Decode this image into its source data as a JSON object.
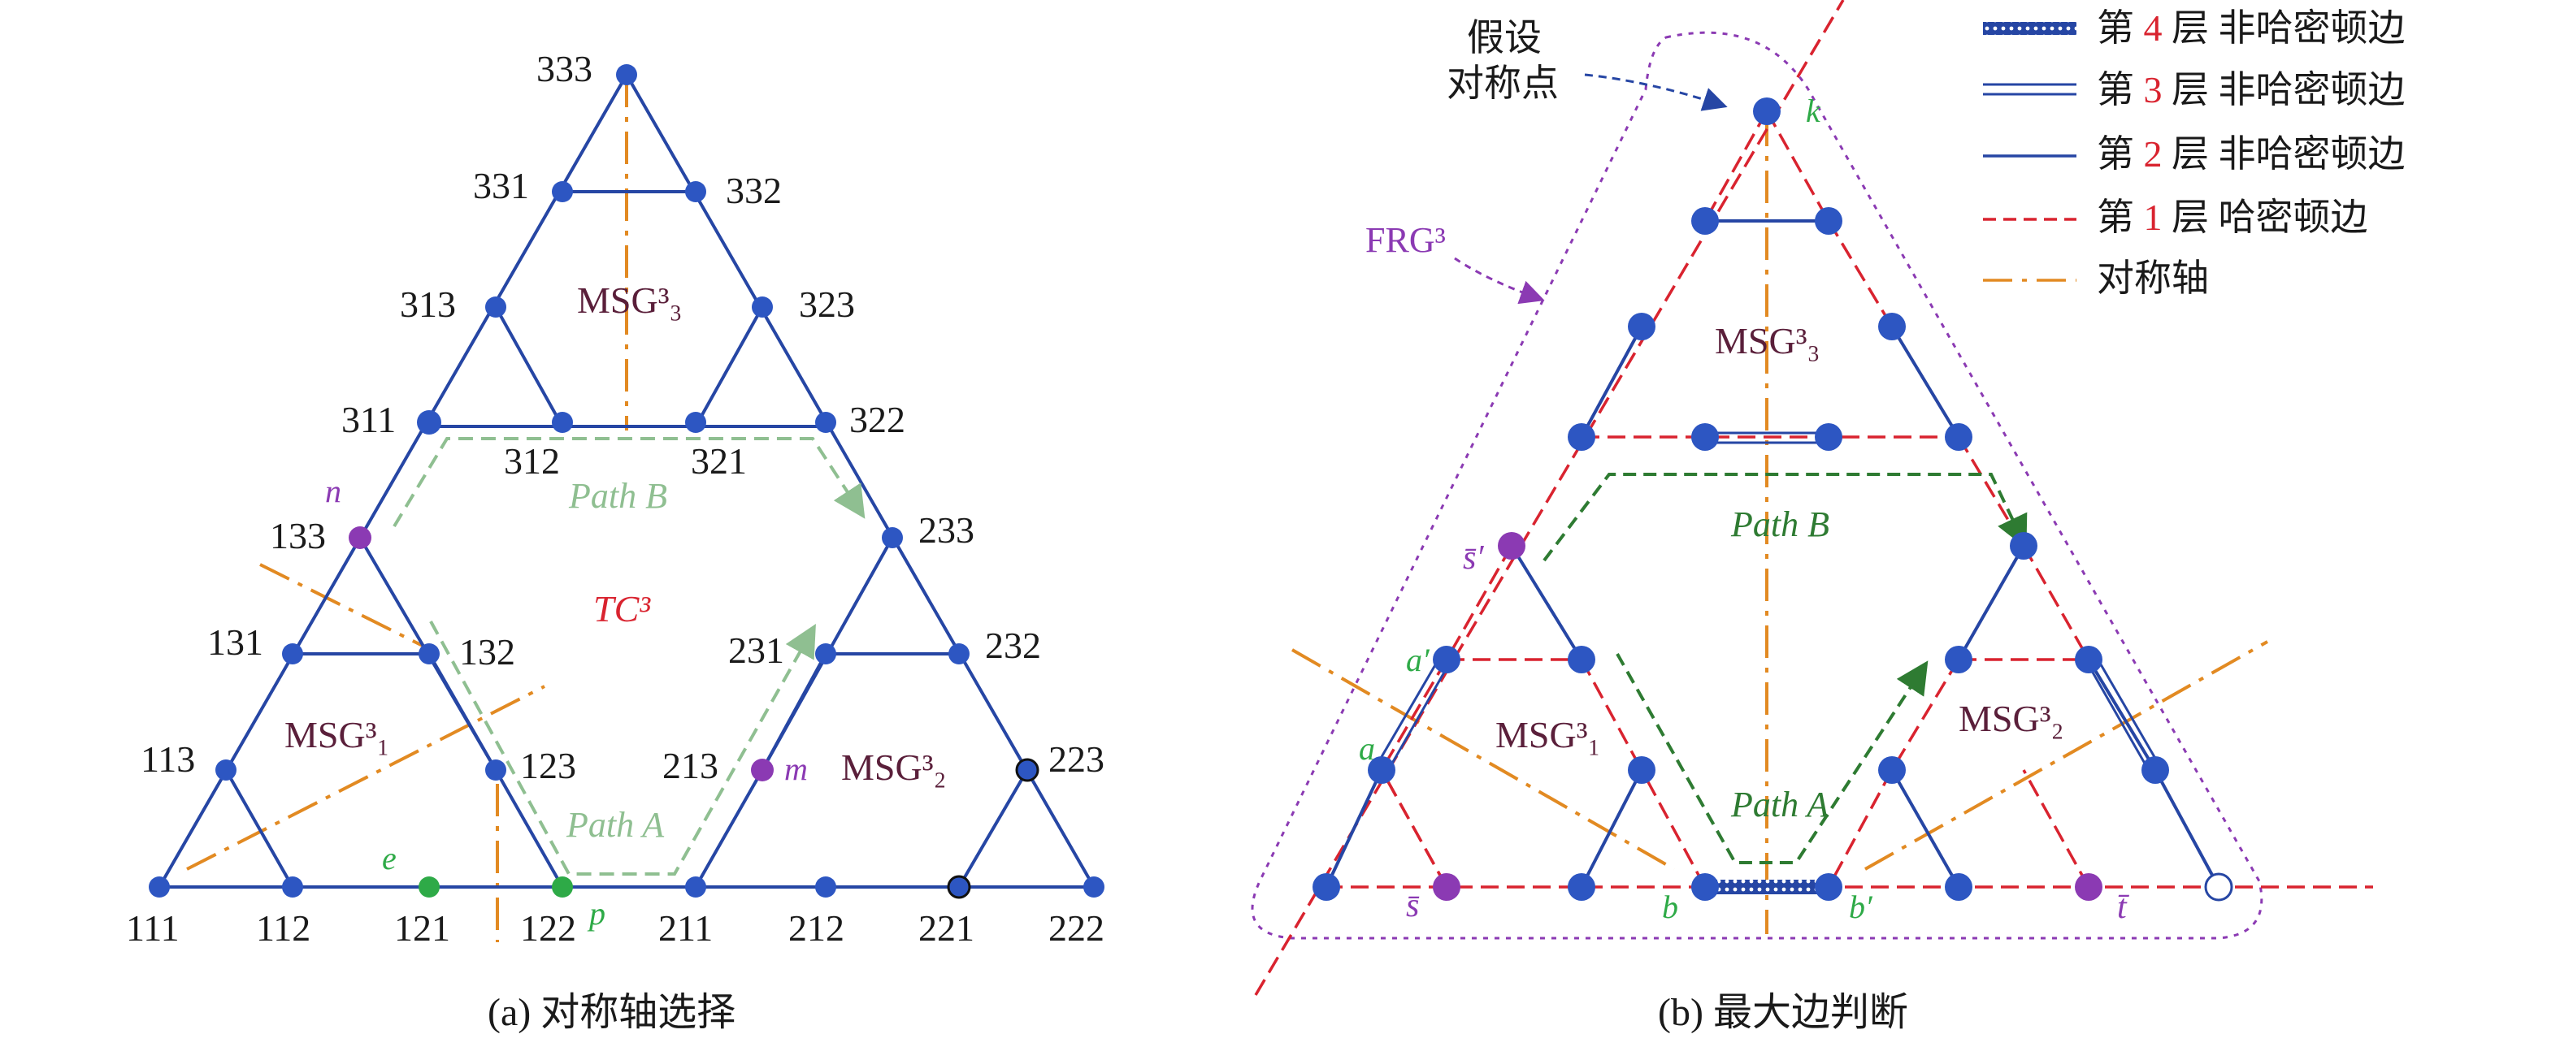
{
  "colors": {
    "edge": "#2646a4",
    "node": "#2d56c2",
    "purple": "#8b3ab3",
    "green": "#2eaa47",
    "red": "#d9232f",
    "orange": "#e28a22",
    "path_light": "#8fbf91",
    "path_dark": "#2e7b32",
    "msg_text": "#5a1f3a",
    "dark_green_text": "#2e7b32",
    "light_green_text": "#5cae5c"
  },
  "panel_a": {
    "caption": "(a) 对称轴选择",
    "center_label": "TC³",
    "msg_labels": [
      "MSG³₃",
      "MSG³₁",
      "MSG³₂"
    ],
    "path_a": "Path A",
    "path_b": "Path B",
    "vertex_labels": {
      "v333": "333",
      "v331": "331",
      "v332": "332",
      "v313": "313",
      "v323": "323",
      "v311": "311",
      "v312": "312",
      "v321": "321",
      "v322": "322",
      "v133": "133",
      "v233": "233",
      "v131": "131",
      "v132": "132",
      "v231": "231",
      "v232": "232",
      "v113": "113",
      "v123": "123",
      "v213": "213",
      "v223": "223",
      "v111": "111",
      "v112": "112",
      "v121": "121",
      "v122": "122",
      "v211": "211",
      "v212": "212",
      "v221": "221",
      "v222": "222"
    },
    "special_labels": {
      "n": "n",
      "m": "m",
      "e": "e",
      "p": "p"
    }
  },
  "panel_b": {
    "caption": "(b) 最大边判断",
    "hypo_line1": "假设",
    "hypo_line2": "对称点",
    "frg_label": "FRG³",
    "msg_labels": [
      "MSG³₃",
      "MSG³₁",
      "MSG³₂"
    ],
    "path_a": "Path A",
    "path_b": "Path B",
    "vertex_labels": {
      "k": "k",
      "s_prime": "s̄′",
      "a_prime": "a′",
      "a": "a",
      "s": "s̄",
      "b": "b",
      "b_prime": "b′",
      "t": "t̄"
    }
  },
  "legend": [
    {
      "prefix": "第 ",
      "num": "4",
      "suffix": " 层 非哈密顿边",
      "style": "dotted-thick"
    },
    {
      "prefix": "第 ",
      "num": "3",
      "suffix": " 层 非哈密顿边",
      "style": "double"
    },
    {
      "prefix": "第 ",
      "num": "2",
      "suffix": " 层 非哈密顿边",
      "style": "single"
    },
    {
      "prefix": "第 ",
      "num": "1",
      "suffix": " 层 哈密顿边",
      "style": "red-dashed"
    },
    {
      "prefix": "",
      "num": "",
      "suffix": "对称轴",
      "style": "orange-dashdot"
    }
  ]
}
